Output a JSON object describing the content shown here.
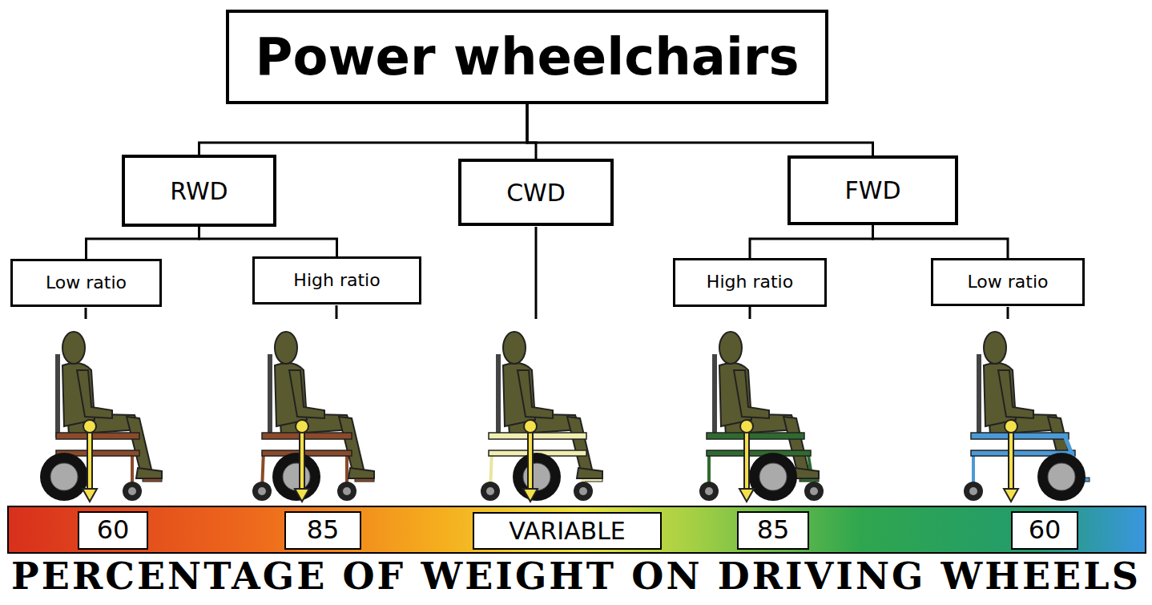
{
  "diagram": {
    "nodes": [
      {
        "text": [
          "Power wheelchairs"
        ]
      },
      {
        "text": [
          "RWD"
        ]
      },
      {
        "text": [
          "CWD"
        ]
      },
      {
        "text": [
          "FWD"
        ]
      },
      {
        "text": [
          "Low ratio"
        ]
      },
      {
        "text": [
          "High ratio"
        ]
      },
      {
        "text": [
          "High ratio"
        ]
      },
      {
        "text": [
          "Low ratio"
        ]
      },
      {
        "text": [
          "60"
        ]
      },
      {
        "text": [
          "85"
        ]
      },
      {
        "text": [
          "VARIABLE"
        ]
      },
      {
        "text": [
          "85"
        ]
      },
      {
        "text": [
          "60"
        ]
      }
    ],
    "edges": [
      {
        "from": 0,
        "to": 1,
        "arrow": "none"
      },
      {
        "from": 0,
        "to": 2,
        "arrow": "none"
      },
      {
        "from": 0,
        "to": 3,
        "arrow": "none"
      },
      {
        "from": 1,
        "to": 4,
        "arrow": "none"
      },
      {
        "from": 1,
        "to": 5,
        "arrow": "none"
      },
      {
        "from": 3,
        "to": 6,
        "arrow": "none"
      },
      {
        "from": 3,
        "to": 7,
        "arrow": "none"
      }
    ],
    "caption": "PERCENTAGE OF WEIGHT ON DRIVING WHEELS"
  }
}
